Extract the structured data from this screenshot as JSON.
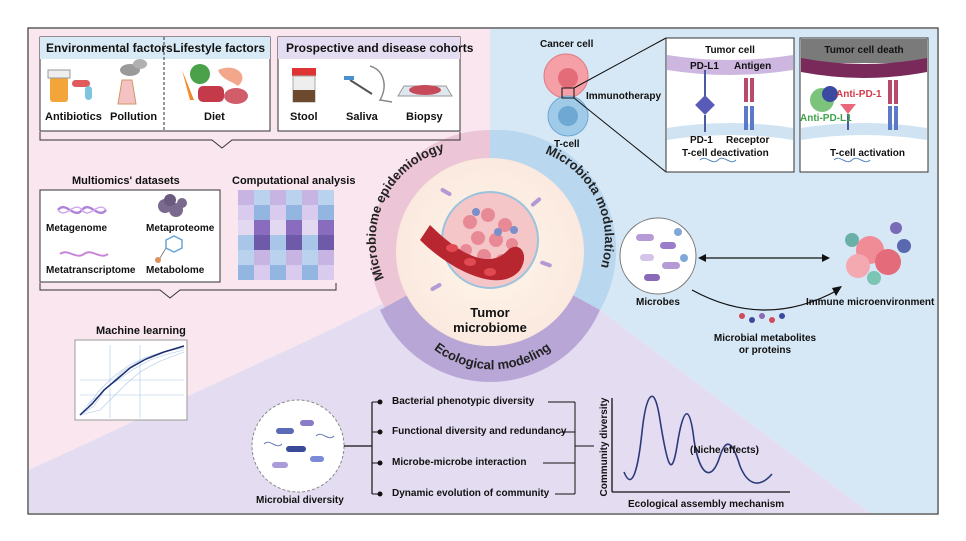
{
  "env_box": {
    "env_title": "Environmental factors",
    "life_title": "Lifestyle factors",
    "antibiotics": "Antibiotics",
    "pollution": "Pollution",
    "diet": "Diet"
  },
  "cohort_box": {
    "title": "Prospective and disease cohorts",
    "stool": "Stool",
    "saliva": "Saliva",
    "biopsy": "Biopsy"
  },
  "multiomics": {
    "title": "Multiomics' datasets",
    "metagenome": "Metagenome",
    "metaproteome": "Metaproteome",
    "metatranscriptome": "Metatranscriptome",
    "metabolome": "Metabolome"
  },
  "computational": {
    "title": "Computational analysis"
  },
  "ml": {
    "title": "Machine learning"
  },
  "center": {
    "tumor": "Tumor",
    "microbiome": "microbiome",
    "arc_left": "Microbiome epidemiology",
    "arc_right": "Microbiota modulation",
    "arc_bottom": "Ecological modeling"
  },
  "immuno": {
    "cancer_cell": "Cancer cell",
    "t_cell": "T-cell",
    "immunotherapy": "Immunotherapy",
    "tumor_cell": "Tumor cell",
    "pdl1": "PD-L1",
    "antigen": "Antigen",
    "pd1": "PD-1",
    "receptor": "Receptor",
    "deactivation": "T-cell deactivation",
    "tumor_death": "Tumor cell death",
    "anti_pd1": "Anti-PD-1",
    "anti_pdl1": "Anti-PD-L1",
    "activation": "T-cell activation"
  },
  "modulation": {
    "microbes": "Microbes",
    "immune_env": "Immune microenvironment",
    "metabolites_1": "Microbial metabolites",
    "metabolites_2": "or proteins"
  },
  "ecology": {
    "diversity_label": "Microbial diversity",
    "items": [
      "Bacterial phenotypic diversity",
      "Functional diversity and redundancy",
      "Microbe-microbe interaction",
      "Dynamic evolution of community"
    ],
    "y_axis": "Community diversity",
    "niche": "(Niche effects)",
    "x_axis": "Ecological assembly mechanism"
  },
  "colors": {
    "pink_bg": "#f9e6ee",
    "blue_bg": "#d6e8f6",
    "purple_bg": "#e4ddf1",
    "arc_pink": "#ecc6d6",
    "arc_blue": "#b9d7ee",
    "arc_purple": "#b8a7d6"
  }
}
